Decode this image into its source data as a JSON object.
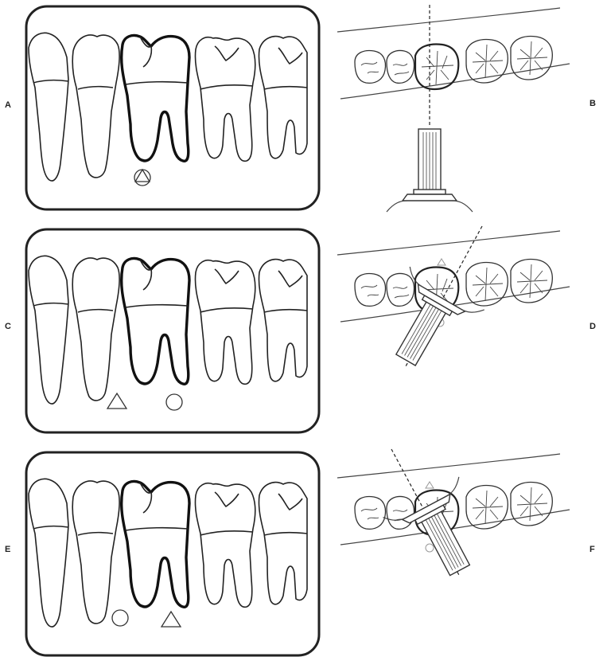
{
  "labels": {
    "A": "A",
    "B": "B",
    "C": "C",
    "D": "D",
    "E": "E",
    "F": "F"
  },
  "colors": {
    "line": "#222222",
    "background": "#ffffff"
  }
}
